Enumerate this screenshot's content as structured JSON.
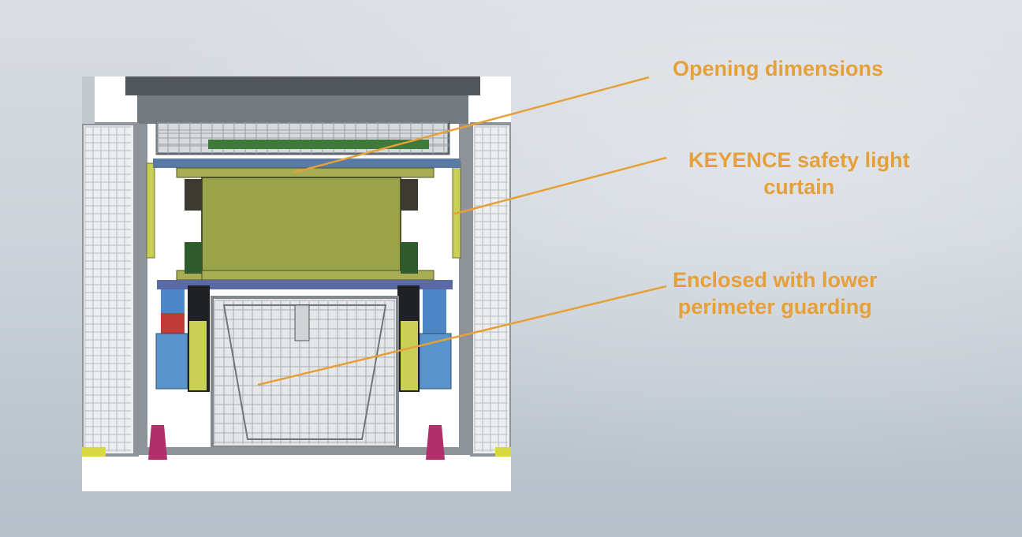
{
  "callouts": [
    {
      "lines": [
        "Opening dimensions"
      ]
    },
    {
      "lines": [
        "KEYENCE safety light",
        "curtain"
      ]
    },
    {
      "lines": [
        "Enclosed with lower",
        "perimeter guarding"
      ]
    }
  ],
  "colors": {
    "accent": "#e6a03a",
    "panel_olive": "#9aa24a",
    "frame_gray": "#8d9399",
    "motor_blue": "#4f86c6",
    "pad_magenta": "#b0306a",
    "light_curtain_yellow": "#c9cf55"
  }
}
